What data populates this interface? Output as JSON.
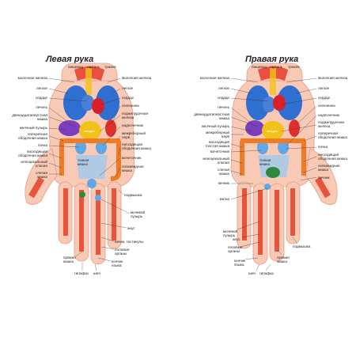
{
  "colors": {
    "skin": "#f8c9b4",
    "skin_edge": "#e79c86",
    "brain_red": "#e83a2a",
    "lung_blue": "#2f6fd2",
    "heart_red": "#d8202a",
    "heart_blue": "#4a7fd8",
    "liver_purple": "#7b3fbd",
    "stomach_yellow": "#f2c21a",
    "spleen_red": "#e0302e",
    "kidney_blue": "#5fa7e6",
    "intestine_orange": "#f07a25",
    "bladder_green": "#2d8a3c",
    "finger_strip": "#e4462e",
    "white": "#ffffff"
  },
  "left_hand": {
    "title": "Левая рука",
    "stomach_label": "желудок",
    "labels_top": [
      {
        "id": "pishchevod",
        "text": "пищевод"
      },
      {
        "id": "gortan",
        "text": "гортань"
      },
      {
        "id": "trakheya",
        "text": "трахея"
      }
    ],
    "labels_left": [
      {
        "id": "molochnaya-l",
        "lines": [
          "молочная железа"
        ]
      },
      {
        "id": "legkoe-l",
        "lines": [
          "легкое"
        ]
      },
      {
        "id": "serdtse-l",
        "lines": [
          "сердце"
        ]
      },
      {
        "id": "pechen-l",
        "lines": [
          "печень"
        ]
      },
      {
        "id": "dvenadtsati-l",
        "lines": [
          "двенадцатиперстная",
          "кишка"
        ]
      },
      {
        "id": "zhelchny-l",
        "lines": [
          "желчный пузырь"
        ]
      },
      {
        "id": "poperechnaya-l",
        "lines": [
          "поперечная",
          "ободочная кишка"
        ]
      },
      {
        "id": "pochka-l",
        "lines": [
          "почка"
        ]
      },
      {
        "id": "voskhodyashchaya-l",
        "lines": [
          "восходящая",
          "ободочная кишка"
        ]
      },
      {
        "id": "ileotsekalny-l",
        "lines": [
          "илеоцекальный",
          "клапан"
        ]
      },
      {
        "id": "slepaya-l",
        "lines": [
          "слепая",
          "кишка"
        ]
      }
    ],
    "labels_right": [
      {
        "id": "molochnaya-r",
        "lines": [
          "молочная железа"
        ]
      },
      {
        "id": "legkoe-r",
        "lines": [
          "легкое"
        ]
      },
      {
        "id": "serdtse-r",
        "lines": [
          "сердце"
        ]
      },
      {
        "id": "selezenka-r",
        "lines": [
          "селезенка"
        ]
      },
      {
        "id": "podzheludochnaya-r",
        "lines": [
          "поджелудочная",
          "железа"
        ]
      },
      {
        "id": "nadpochechnik-r",
        "lines": [
          "надпочечник"
        ]
      },
      {
        "id": "mezhrebernye-r",
        "lines": [
          "межреберный",
          "нерв"
        ]
      },
      {
        "id": "niskhodyashchaya-r",
        "lines": [
          "нисходящая",
          "ободочная кишка"
        ]
      },
      {
        "id": "mochetochnik-r",
        "lines": [
          "мочеточник"
        ]
      },
      {
        "id": "sigmovidnaya-r",
        "lines": [
          "сигмовидная",
          "кишка"
        ]
      }
    ],
    "labels_inner": [
      {
        "id": "tonkaya",
        "lines": [
          "тонкая",
          "кишка"
        ]
      }
    ],
    "labels_lower": [
      {
        "id": "podmyshka",
        "lines": [
          "подмышка"
        ]
      },
      {
        "id": "mochevoy",
        "lines": [
          "мочевой",
          "пузырь"
        ]
      },
      {
        "id": "anus",
        "lines": [
          "анус"
        ]
      },
      {
        "id": "yaichki",
        "lines": [
          "яички, тестикулы"
        ]
      },
      {
        "id": "polovye",
        "lines": [
          "половые",
          "органы"
        ]
      },
      {
        "id": "konchik",
        "lines": [
          "кончик",
          "языка"
        ]
      },
      {
        "id": "pryamaya",
        "lines": [
          "прямая",
          "кишка"
        ]
      },
      {
        "id": "sheya",
        "lines": [
          "шея"
        ]
      },
      {
        "id": "gipofiz",
        "lines": [
          "гипофиз"
        ]
      }
    ]
  },
  "right_hand": {
    "title": "Правая рука",
    "stomach_label": "желудок",
    "labels_top": [
      {
        "id": "pishchevod",
        "text": "пищевод"
      },
      {
        "id": "gortan",
        "text": "гортань"
      },
      {
        "id": "trakheya",
        "text": "трахея"
      }
    ],
    "labels_left": [
      {
        "id": "molochnaya-l",
        "lines": [
          "молочная железа"
        ]
      },
      {
        "id": "legkoe-l",
        "lines": [
          "легкое"
        ]
      },
      {
        "id": "serdtse-l",
        "lines": [
          "сердце"
        ]
      },
      {
        "id": "pechen-l",
        "lines": [
          "печень"
        ]
      },
      {
        "id": "dvenadtsati-l",
        "lines": [
          "двенадцатиперстная",
          "кишка"
        ]
      },
      {
        "id": "zhelchny-l",
        "lines": [
          "желчный пузырь"
        ]
      },
      {
        "id": "mezhrebernye-l",
        "lines": [
          "межреберный",
          "нерв"
        ]
      },
      {
        "id": "voskhodyashchaya-l",
        "lines": [
          "восходящая",
          "толстая кишка"
        ]
      },
      {
        "id": "mochetochnik-l",
        "lines": [
          "мочеточник"
        ]
      },
      {
        "id": "ileotsekalny-l",
        "lines": [
          "илеоцекальный",
          "клапан"
        ]
      },
      {
        "id": "slepaya-l",
        "lines": [
          "слепая",
          "кишка"
        ]
      },
      {
        "id": "yaichnik-l",
        "lines": [
          "яичник"
        ]
      },
      {
        "id": "matka-l",
        "lines": [
          "матка"
        ]
      }
    ],
    "labels_right": [
      {
        "id": "molochnaya-r",
        "lines": [
          "молочная железа"
        ]
      },
      {
        "id": "legkoe-r",
        "lines": [
          "легкое"
        ]
      },
      {
        "id": "serdtse-r",
        "lines": [
          "сердце"
        ]
      },
      {
        "id": "selezenka-r",
        "lines": [
          "селезенка"
        ]
      },
      {
        "id": "nadpochechnik-r",
        "lines": [
          "надпочечник"
        ]
      },
      {
        "id": "podzheludochnaya-r",
        "lines": [
          "поджелудочная",
          "железа"
        ]
      },
      {
        "id": "poperechnaya-r",
        "lines": [
          "поперечная",
          "ободочная кишка"
        ]
      },
      {
        "id": "pochka-r",
        "lines": [
          "почка"
        ]
      },
      {
        "id": "niskhodyashchaya-r",
        "lines": [
          "нисходящая",
          "ободочная кишка"
        ]
      },
      {
        "id": "sigmovidnaya-r",
        "lines": [
          "сигмовидная",
          "кишка"
        ]
      },
      {
        "id": "yaichnik-r",
        "lines": [
          "яичник"
        ]
      }
    ],
    "labels_inner": [
      {
        "id": "tonkaya",
        "lines": [
          "тонкая",
          "кишка"
        ]
      }
    ],
    "labels_lower": [
      {
        "id": "mochevoy",
        "lines": [
          "мочевой",
          "пузырь"
        ]
      },
      {
        "id": "anus",
        "lines": [
          "анус"
        ]
      },
      {
        "id": "polovye",
        "lines": [
          "половые",
          "органы"
        ]
      },
      {
        "id": "konchik",
        "lines": [
          "кончик",
          "языка"
        ]
      },
      {
        "id": "pryamaya",
        "lines": [
          "прямая",
          "кишка"
        ]
      },
      {
        "id": "sheya",
        "lines": [
          "шея"
        ]
      },
      {
        "id": "gipofiz",
        "lines": [
          "гипофиз"
        ]
      },
      {
        "id": "podmyshka",
        "lines": [
          "подмышка"
        ]
      }
    ]
  }
}
